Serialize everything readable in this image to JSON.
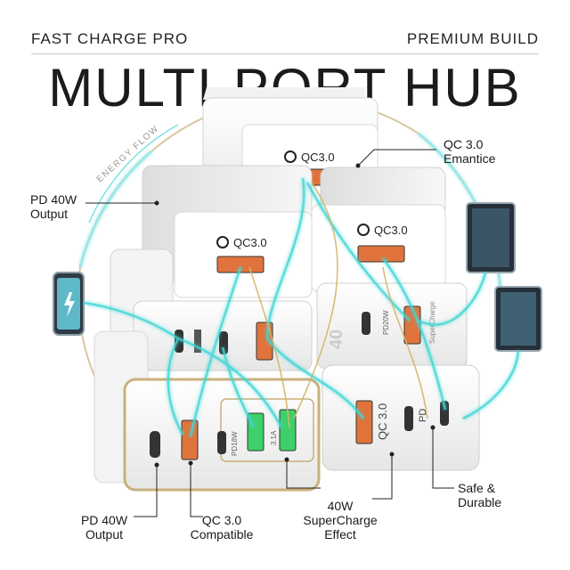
{
  "header": {
    "left": "FAST CHARGE PRO",
    "right": "PREMIUM BUILD"
  },
  "title": "MULTI-PORT HUB",
  "arc_label": "ENERGY FLOW",
  "callouts": {
    "qc_top_line1": "QC 3.0",
    "qc_top_line2": "Emantice",
    "pd_left_line1": "PD 40W",
    "pd_left_line2": "Output",
    "pd_bottom_line1": "PD 40W",
    "pd_bottom_line2": "Output",
    "qc_bottom_line1": "QC 3.0",
    "qc_bottom_line2": "Compatible",
    "super_line1": "40W",
    "super_line2": "SuperCharge",
    "super_line3": "Effect",
    "safe_line1": "Safe &",
    "safe_line2": "Durable"
  },
  "charger_labels": {
    "qc": "QC3.0",
    "qc_spaced": "QC 3.0",
    "pd": "PD",
    "pd20": "PD20W",
    "pd18": "PD18W",
    "qc30": "QC3.0",
    "amp": "3.1A",
    "forty": "40",
    "super": "SuperCharge"
  },
  "colors": {
    "glow": "#3fd6d6",
    "accent_gold": "#c9b07a",
    "port_orange": "#e0733c",
    "port_green": "#3fcf6a"
  }
}
